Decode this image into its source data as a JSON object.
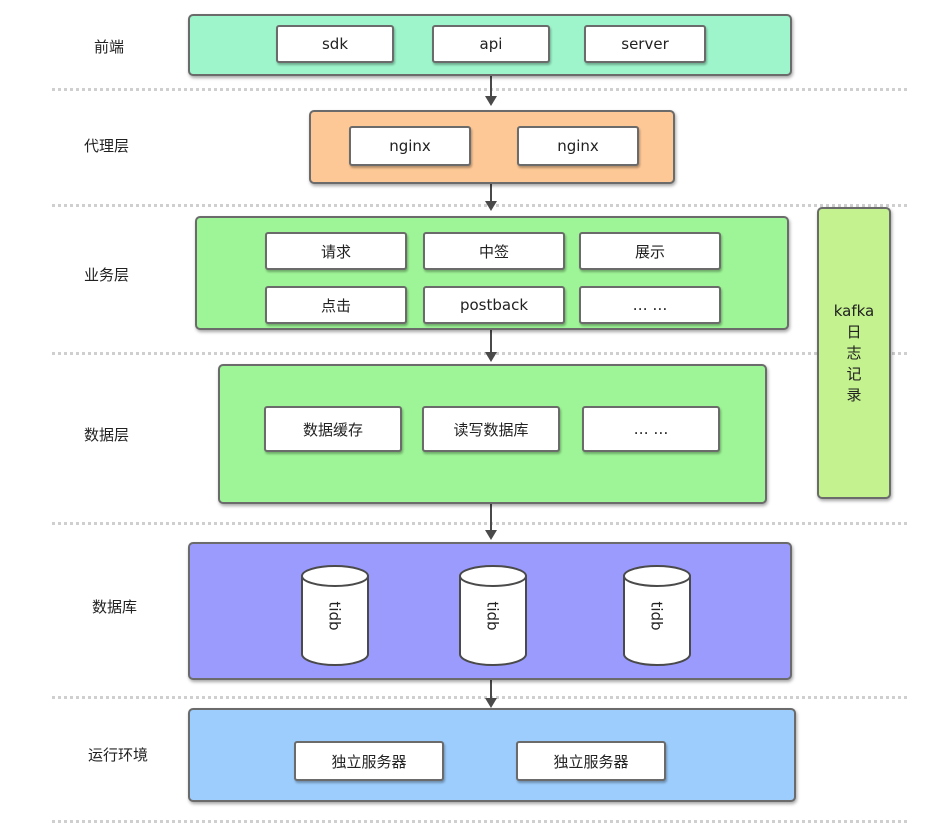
{
  "layers": {
    "frontend": {
      "label": "前端",
      "nodes": [
        "sdk",
        "api",
        "server"
      ],
      "color": "#9ef5cc"
    },
    "proxy": {
      "label": "代理层",
      "nodes": [
        "nginx",
        "nginx"
      ],
      "color": "#fdc896"
    },
    "business": {
      "label": "业务层",
      "nodes": [
        "请求",
        "中签",
        "展示",
        "点击",
        "postback",
        "… …"
      ],
      "color": "#9ef597"
    },
    "data": {
      "label": "数据层",
      "nodes": [
        "数据缓存",
        "读写数据库",
        "… …"
      ],
      "color": "#9ef597"
    },
    "database": {
      "label": "数据库",
      "nodes": [
        "tidb",
        "tidb",
        "tidb"
      ],
      "color": "#9a9bfd"
    },
    "runtime": {
      "label": "运行环境",
      "nodes": [
        "独立服务器",
        "独立服务器"
      ],
      "color": "#9dcdfd"
    }
  },
  "kafka": {
    "lines": [
      "kafka",
      "日",
      "志",
      "记",
      "录"
    ],
    "color": "#c3f28e"
  }
}
